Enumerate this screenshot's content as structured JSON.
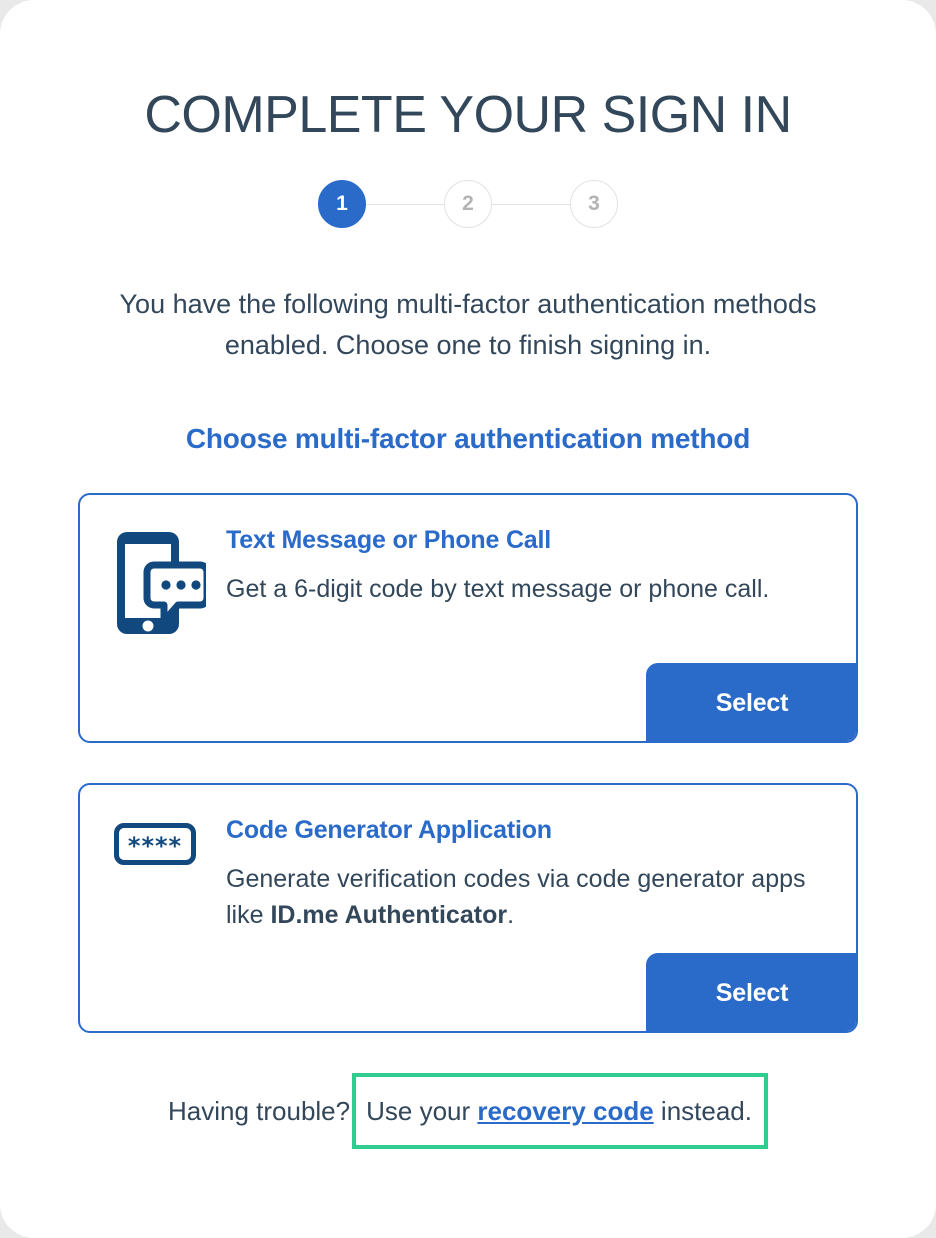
{
  "page": {
    "title": "COMPLETE YOUR SIGN IN"
  },
  "stepper": {
    "steps": [
      {
        "label": "1",
        "state": "active"
      },
      {
        "label": "2",
        "state": "inactive"
      },
      {
        "label": "3",
        "state": "inactive"
      }
    ]
  },
  "intro": {
    "text": "You have the following multi-factor authentication methods enabled. Choose one to finish signing in."
  },
  "section": {
    "heading": "Choose multi-factor authentication method"
  },
  "methods": [
    {
      "icon": "phone-message-icon",
      "title": "Text Message or Phone Call",
      "description_lead": "Get a 6-digit code by text message or phone call.",
      "description_bold": "",
      "description_tail": "",
      "select_label": "Select"
    },
    {
      "icon": "code-asterisks-icon",
      "icon_text": "****",
      "title": "Code Generator Application",
      "description_lead": "Generate verification codes via code generator apps like ",
      "description_bold": "ID.me Authenticator",
      "description_tail": ".",
      "select_label": "Select"
    }
  ],
  "footer": {
    "prefix": "Having trouble?",
    "highlighted_lead": "Use your ",
    "link_text": "recovery code",
    "highlighted_tail": " instead."
  },
  "colors": {
    "accent_blue": "#2a6ac9",
    "icon_navy": "#11487e",
    "text_dark": "#33475b",
    "highlight_green": "#2ecc8f",
    "page_backdrop": "#e9e9ea"
  }
}
